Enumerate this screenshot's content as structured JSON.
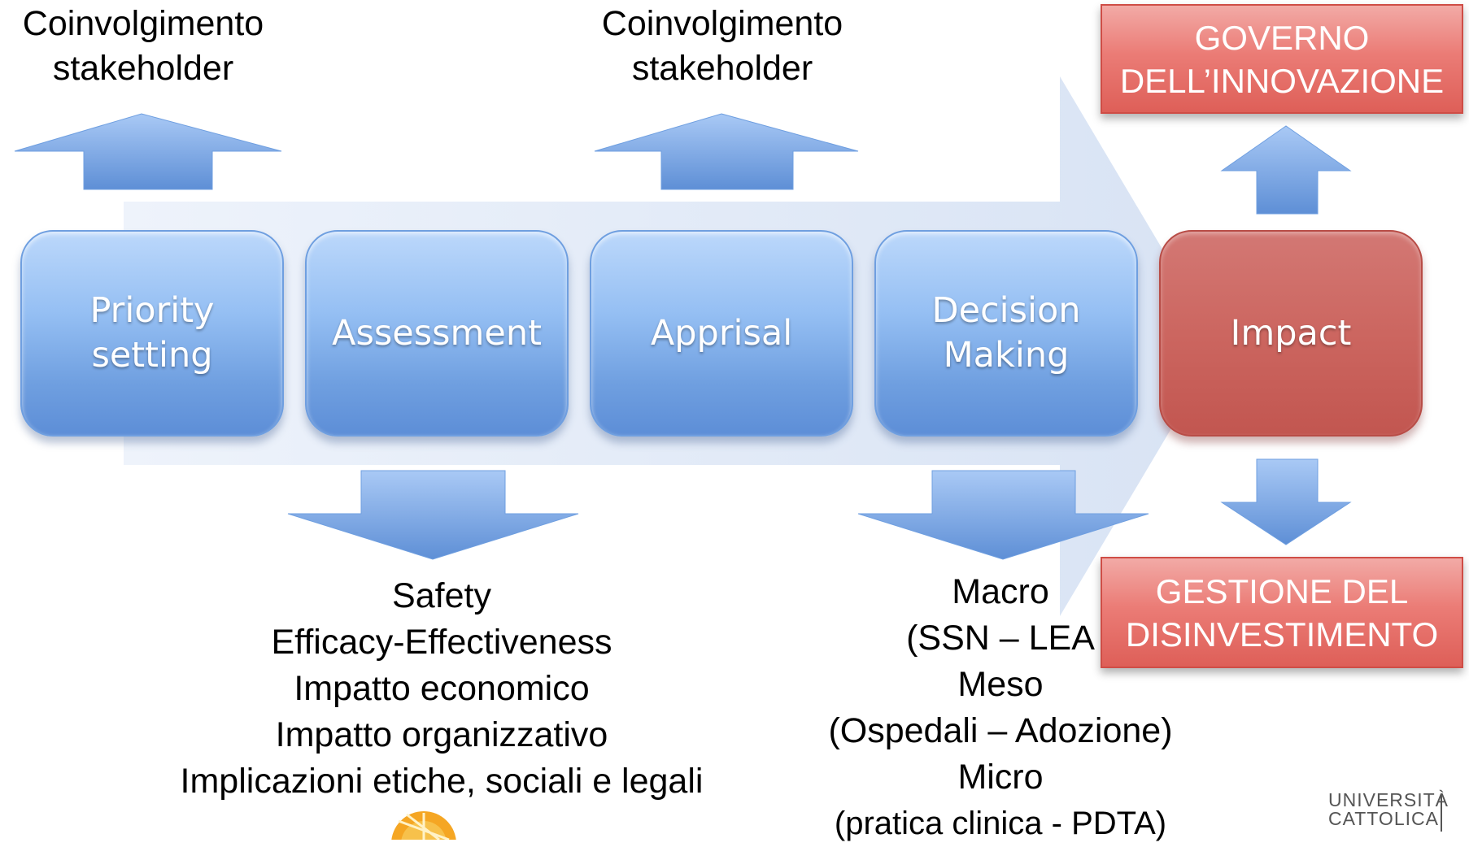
{
  "top_left_caption": [
    "Coinvolgimento",
    "stakeholder"
  ],
  "top_center_caption": [
    "Coinvolgimento",
    "stakeholder"
  ],
  "steps": [
    {
      "label": [
        "Priority",
        "setting"
      ],
      "color": "blue"
    },
    {
      "label": [
        "Assessment"
      ],
      "color": "blue"
    },
    {
      "label": [
        "Apprisal"
      ],
      "color": "blue"
    },
    {
      "label": [
        "Decision",
        "Making"
      ],
      "color": "blue"
    },
    {
      "label": [
        "Impact"
      ],
      "color": "red"
    }
  ],
  "governo_box": [
    "GOVERNO",
    "DELL’INNOVAZIONE"
  ],
  "gestione_box": [
    "GESTIONE DEL",
    "DISINVESTIMENTO"
  ],
  "assessment_dimensions": [
    "Safety",
    "Efficacy-Effectiveness",
    "Impatto economico",
    "Impatto organizzativo",
    "Implicazioni etiche, sociali e legali"
  ],
  "decision_levels": [
    "Macro",
    "(SSN – LEA",
    "Meso",
    "(Ospedali – Adozione)",
    "Micro",
    "(pratica clinica - PDTA)"
  ],
  "logo": [
    "UNIVERSITÀ",
    "CATTOLICA"
  ],
  "colors": {
    "blue_arrow": "#dfe8f5",
    "blue_box": "#7aaae6",
    "red_box": "#cc6560",
    "red_banner": "#eb7c76",
    "arrow_blue": "#6f9fe0"
  }
}
